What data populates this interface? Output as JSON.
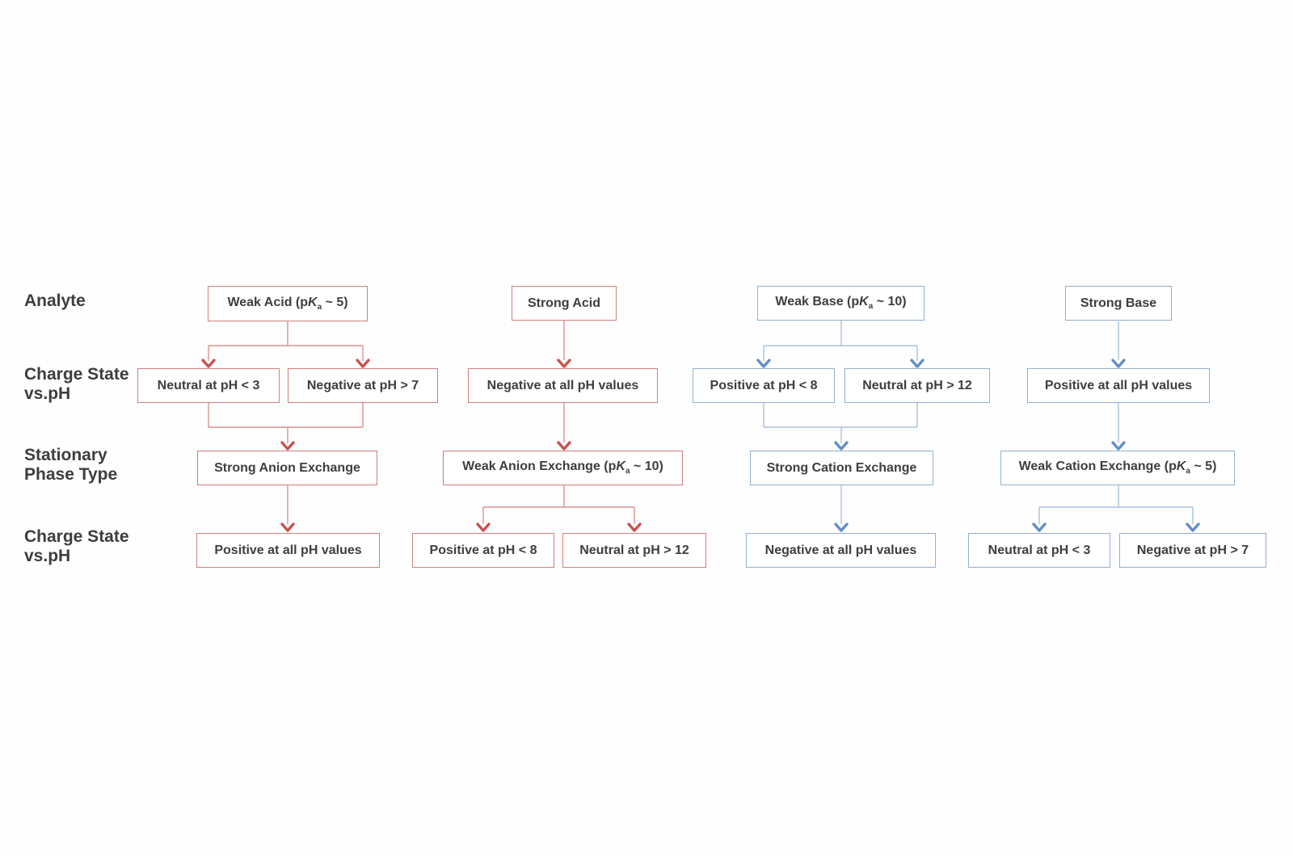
{
  "diagram": {
    "description": "Ion-exchange chromatography selection flowchart",
    "row_labels": [
      {
        "lines": [
          "Analyte"
        ]
      },
      {
        "lines": [
          "Charge State",
          "vs.pH"
        ]
      },
      {
        "lines": [
          "Stationary",
          "Phase Type"
        ]
      },
      {
        "lines": [
          "Charge State",
          "vs.pH"
        ]
      }
    ],
    "columns": [
      {
        "theme": "red",
        "analyte": {
          "pre": "Weak Acid (p",
          "k": "K",
          "sub": "a",
          "post": " ~ 5)"
        },
        "charge_top": [
          "Neutral at pH < 3",
          "Negative at pH > 7"
        ],
        "stationary": {
          "label": "Strong Anion Exchange"
        },
        "charge_bottom": [
          "Positive at all pH values"
        ]
      },
      {
        "theme": "red",
        "analyte": {
          "label": "Strong Acid"
        },
        "charge_top": [
          "Negative at all pH values"
        ],
        "stationary": {
          "pre": "Weak Anion Exchange (p",
          "k": "K",
          "sub": "a",
          "post": " ~ 10)"
        },
        "charge_bottom": [
          "Positive at pH < 8",
          "Neutral at pH > 12"
        ]
      },
      {
        "theme": "blue",
        "analyte": {
          "pre": "Weak Base (p",
          "k": "K",
          "sub": "a",
          "post": " ~ 10)"
        },
        "charge_top": [
          "Positive at pH < 8",
          "Neutral at pH > 12"
        ],
        "stationary": {
          "label": "Strong Cation Exchange"
        },
        "charge_bottom": [
          "Negative at all pH values"
        ]
      },
      {
        "theme": "blue",
        "analyte": {
          "label": "Strong Base"
        },
        "charge_top": [
          "Positive at all pH values"
        ],
        "stationary": {
          "pre": "Weak Cation Exchange (p",
          "k": "K",
          "sub": "a",
          "post": " ~ 5)"
        },
        "charge_bottom": [
          "Neutral at pH < 3",
          "Negative at pH > 7"
        ]
      }
    ],
    "palette": {
      "acid_border": "#cf7f7b",
      "acid_line": "#db928e",
      "acid_arrow": "#c65350",
      "base_border": "#94aecf",
      "base_line": "#a9c1dc",
      "base_arrow": "#6190c6",
      "text": "#3e3e3e",
      "background": "#fefefe"
    }
  }
}
